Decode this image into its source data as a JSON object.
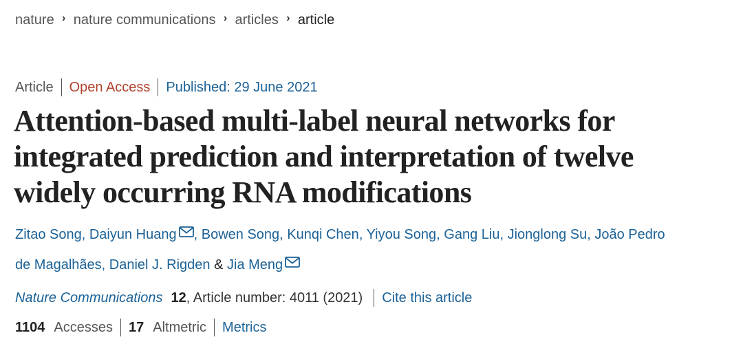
{
  "breadcrumb": {
    "items": [
      "nature",
      "nature communications",
      "articles",
      "article"
    ]
  },
  "meta": {
    "type": "Article",
    "access": "Open Access",
    "published": "Published: 29 June 2021"
  },
  "title": {
    "line1": "Attention-based multi-label neural networks for",
    "line2": "integrated prediction and interpretation of twelve",
    "line3": "widely occurring RNA modifications"
  },
  "authors": {
    "a1": "Zitao Song",
    "a2": "Daiyun Huang",
    "a3": "Bowen Song",
    "a4": "Kunqi Chen",
    "a5": "Yiyou Song",
    "a6": "Gang Liu",
    "a7": "Jionglong Su",
    "a8": "João Pedro",
    "a8b": "de Magalhães",
    "a9": "Daniel J. Rigden",
    "amp": "&",
    "a10": "Jia Meng",
    "comma": ","
  },
  "journal": {
    "name": "Nature Communications",
    "volume": "12",
    "article_number": ", Article number: 4011 (2021)",
    "cite": "Cite this article"
  },
  "metrics": {
    "accesses_count": "1104",
    "accesses_label": "Accesses",
    "altmetric_count": "17",
    "altmetric_label": "Altmetric",
    "metrics_link": "Metrics"
  },
  "colors": {
    "link": "#1c6297",
    "open_access": "#b0412b",
    "text": "#222222"
  },
  "icons": [
    "chevron-right-icon",
    "email-icon"
  ]
}
